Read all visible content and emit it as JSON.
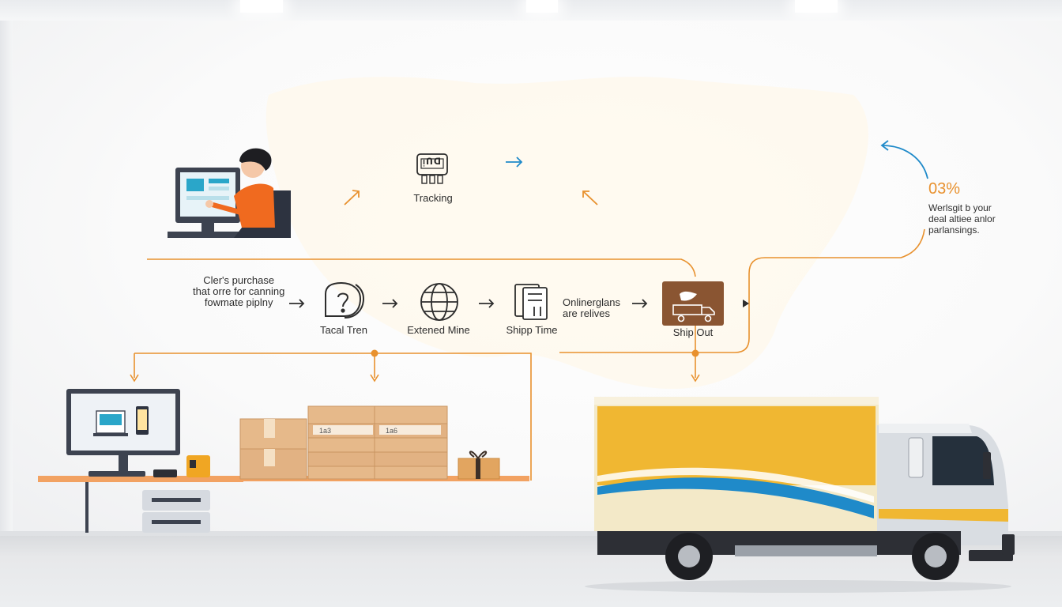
{
  "steps": {
    "tracking": "Tracking",
    "purchase": "Cler's purchase\nthat orre for canning\nfowmate piplny",
    "step1": "Tacal Tren",
    "step2": "Extened Mine",
    "step3": "Shipp Time",
    "step4": "Onlinerglans\nare relives",
    "ship_out": "Ship Out"
  },
  "icons": {
    "tracking_icon_text": "ᴉᑎᗡ"
  },
  "stat": {
    "value": "03%",
    "text": "Werlsgit b your\ndeal altiee anlor\nparlansings."
  },
  "boxes": {
    "label_a": "1a3",
    "label_b": "1a6"
  },
  "colors": {
    "accent_orange": "#e8912e",
    "accent_blue": "#1f8ac9",
    "truck_yellow": "#f0b732",
    "ship_brown": "#8a5532"
  }
}
